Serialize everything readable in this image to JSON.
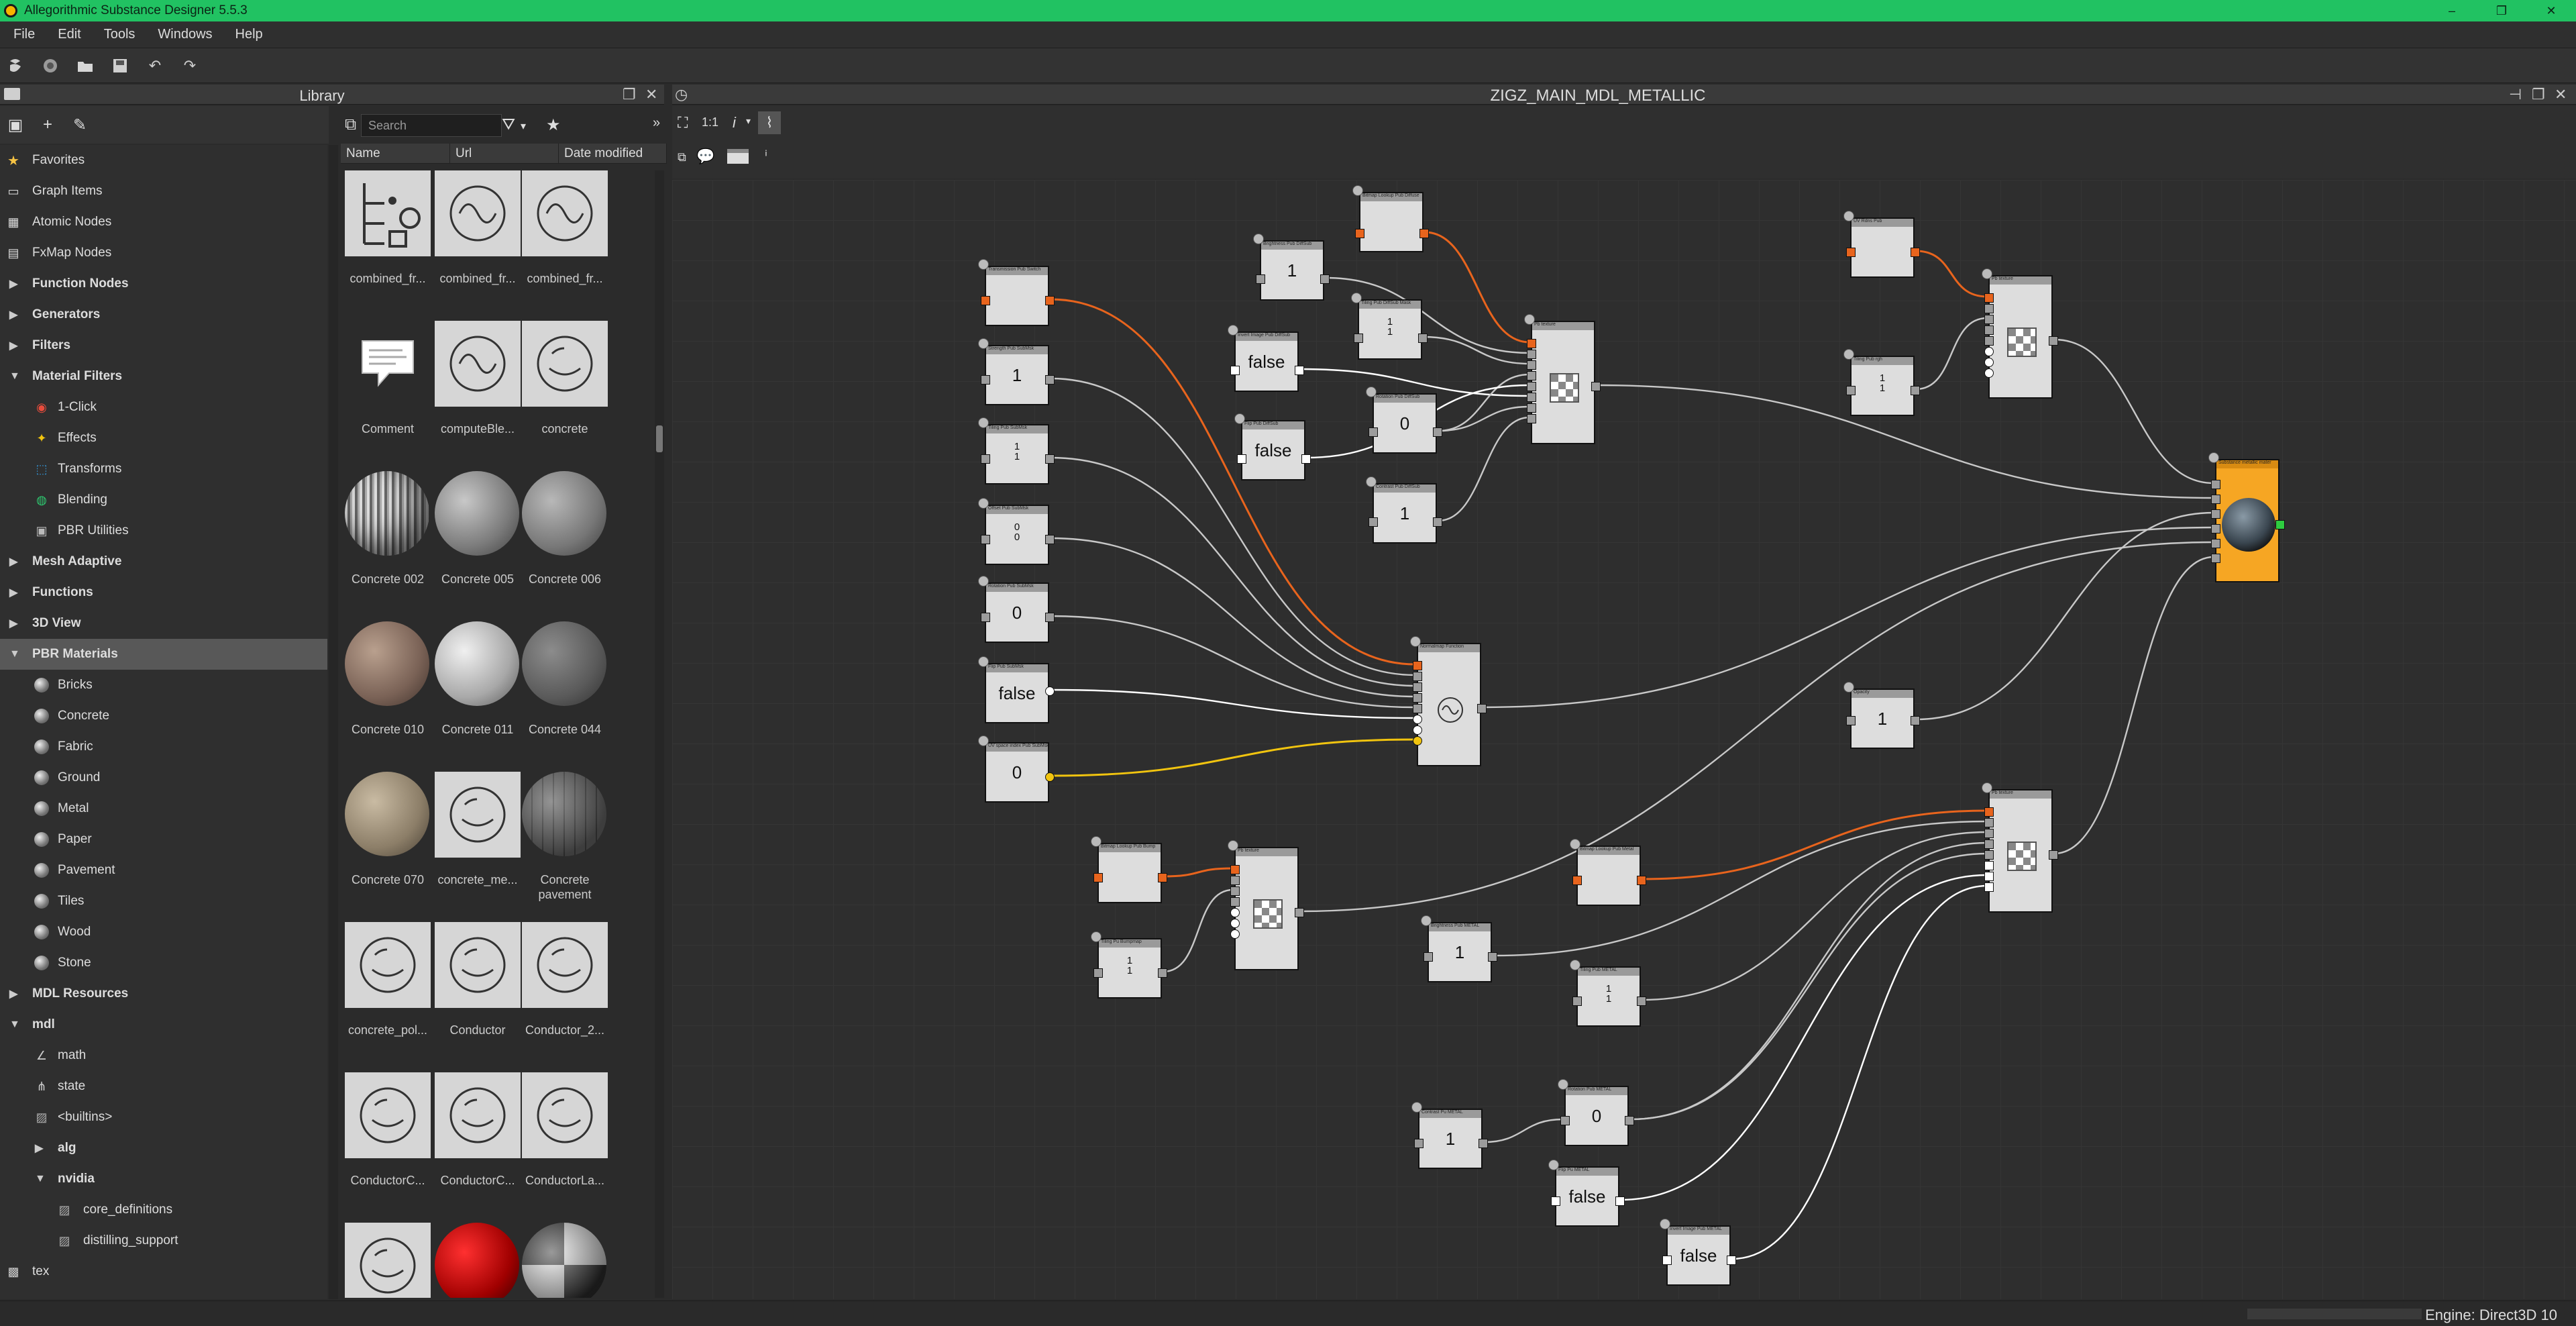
{
  "window": {
    "title": "Allegorithmic Substance Designer 5.5.3",
    "min": "–",
    "restore": "❐",
    "close": "✕"
  },
  "menu": [
    "File",
    "Edit",
    "Tools",
    "Windows",
    "Help"
  ],
  "library": {
    "title": "Library",
    "search_placeholder": "Search",
    "columns": [
      "Name",
      "Url",
      "Date modified"
    ],
    "tree": [
      {
        "label": "Favorites",
        "icon": "star-icon",
        "level": 0,
        "bold": false,
        "arrow": ""
      },
      {
        "label": "Graph Items",
        "icon": "graph-items-icon",
        "level": 0,
        "bold": false,
        "arrow": ""
      },
      {
        "label": "Atomic Nodes",
        "icon": "atomic-nodes-icon",
        "level": 0,
        "bold": false,
        "arrow": ""
      },
      {
        "label": "FxMap Nodes",
        "icon": "fxmap-icon",
        "level": 0,
        "bold": false,
        "arrow": ""
      },
      {
        "label": "Function Nodes",
        "icon": "",
        "level": 0,
        "bold": true,
        "arrow": "▶"
      },
      {
        "label": "Generators",
        "icon": "",
        "level": 0,
        "bold": true,
        "arrow": "▶"
      },
      {
        "label": "Filters",
        "icon": "",
        "level": 0,
        "bold": true,
        "arrow": "▶"
      },
      {
        "label": "Material Filters",
        "icon": "",
        "level": 0,
        "bold": true,
        "arrow": "▼"
      },
      {
        "label": "1-Click",
        "icon": "one-click-icon",
        "level": 1,
        "bold": false,
        "arrow": ""
      },
      {
        "label": "Effects",
        "icon": "effects-icon",
        "level": 1,
        "bold": false,
        "arrow": ""
      },
      {
        "label": "Transforms",
        "icon": "transforms-icon",
        "level": 1,
        "bold": false,
        "arrow": ""
      },
      {
        "label": "Blending",
        "icon": "blending-icon",
        "level": 1,
        "bold": false,
        "arrow": ""
      },
      {
        "label": "PBR Utilities",
        "icon": "pbr-utilities-icon",
        "level": 1,
        "bold": false,
        "arrow": ""
      },
      {
        "label": "Mesh Adaptive",
        "icon": "",
        "level": 0,
        "bold": true,
        "arrow": "▶"
      },
      {
        "label": "Functions",
        "icon": "",
        "level": 0,
        "bold": true,
        "arrow": "▶"
      },
      {
        "label": "3D View",
        "icon": "",
        "level": 0,
        "bold": true,
        "arrow": "▶"
      },
      {
        "label": "PBR Materials",
        "icon": "",
        "level": 0,
        "bold": true,
        "arrow": "▼",
        "selected": true
      },
      {
        "label": "Bricks",
        "icon": "material-ball-icon",
        "level": 1,
        "bold": false,
        "arrow": ""
      },
      {
        "label": "Concrete",
        "icon": "material-ball-icon",
        "level": 1,
        "bold": false,
        "arrow": ""
      },
      {
        "label": "Fabric",
        "icon": "material-ball-icon",
        "level": 1,
        "bold": false,
        "arrow": ""
      },
      {
        "label": "Ground",
        "icon": "material-ball-icon",
        "level": 1,
        "bold": false,
        "arrow": ""
      },
      {
        "label": "Metal",
        "icon": "material-ball-icon",
        "level": 1,
        "bold": false,
        "arrow": ""
      },
      {
        "label": "Paper",
        "icon": "material-ball-icon",
        "level": 1,
        "bold": false,
        "arrow": ""
      },
      {
        "label": "Pavement",
        "icon": "material-ball-icon",
        "level": 1,
        "bold": false,
        "arrow": ""
      },
      {
        "label": "Tiles",
        "icon": "material-ball-icon",
        "level": 1,
        "bold": false,
        "arrow": ""
      },
      {
        "label": "Wood",
        "icon": "material-ball-icon",
        "level": 1,
        "bold": false,
        "arrow": ""
      },
      {
        "label": "Stone",
        "icon": "material-ball-icon",
        "level": 1,
        "bold": false,
        "arrow": ""
      },
      {
        "label": "MDL Resources",
        "icon": "",
        "level": 0,
        "bold": true,
        "arrow": "▶"
      },
      {
        "label": "mdl",
        "icon": "",
        "level": 0,
        "bold": true,
        "arrow": "▼"
      },
      {
        "label": "math",
        "icon": "math-icon",
        "level": 1,
        "bold": false,
        "arrow": ""
      },
      {
        "label": "state",
        "icon": "state-icon",
        "level": 1,
        "bold": false,
        "arrow": ""
      },
      {
        "label": "<builtins>",
        "icon": "builtins-icon",
        "level": 1,
        "bold": false,
        "arrow": ""
      },
      {
        "label": "alg",
        "icon": "",
        "level": 1,
        "bold": true,
        "arrow": "▶"
      },
      {
        "label": "nvidia",
        "icon": "",
        "level": 1,
        "bold": true,
        "arrow": "▼"
      },
      {
        "label": "core_definitions",
        "icon": "module-icon",
        "level": 2,
        "bold": false,
        "arrow": ""
      },
      {
        "label": "distilling_support",
        "icon": "module-icon",
        "level": 2,
        "bold": false,
        "arrow": ""
      },
      {
        "label": "tex",
        "icon": "tex-icon",
        "level": 0,
        "bold": false,
        "arrow": ""
      }
    ],
    "thumbnails": [
      {
        "label": "combined_fr...",
        "kind": "func-tree"
      },
      {
        "label": "combined_fr...",
        "kind": "sine"
      },
      {
        "label": "combined_fr...",
        "kind": "sine"
      },
      {
        "label": "Comment",
        "kind": "comment"
      },
      {
        "label": "computeBle...",
        "kind": "sine"
      },
      {
        "label": "concrete",
        "kind": "mdl-ball"
      },
      {
        "label": "Concrete 002",
        "kind": "striped"
      },
      {
        "label": "Concrete 005",
        "kind": "grey1"
      },
      {
        "label": "Concrete 006",
        "kind": "grey2"
      },
      {
        "label": "Concrete 010",
        "kind": "brown"
      },
      {
        "label": "Concrete 011",
        "kind": "light"
      },
      {
        "label": "Concrete 044",
        "kind": "dark"
      },
      {
        "label": "Concrete 070",
        "kind": "tan"
      },
      {
        "label": "concrete_me...",
        "kind": "mdl-ball"
      },
      {
        "label": "Concrete pavement",
        "kind": "pavement"
      },
      {
        "label": "concrete_pol...",
        "kind": "mdl-ball"
      },
      {
        "label": "Conductor",
        "kind": "mdl-ball"
      },
      {
        "label": "Conductor_2...",
        "kind": "mdl-ball"
      },
      {
        "label": "ConductorC...",
        "kind": "mdl-ball"
      },
      {
        "label": "ConductorC...",
        "kind": "mdl-ball"
      },
      {
        "label": "ConductorLa...",
        "kind": "mdl-ball"
      },
      {
        "label": "",
        "kind": "mdl-ball"
      },
      {
        "label": "",
        "kind": "red"
      },
      {
        "label": "",
        "kind": "checker-ball"
      }
    ]
  },
  "graph": {
    "title": "ZIGZ_MAIN_MDL_METALLIC",
    "zoom": "1:1",
    "info": "i",
    "nodes": [
      {
        "id": "n_trans_in",
        "header": "Transmission Pub Switch",
        "value": "",
        "x": 0,
        "kind": "blank"
      },
      {
        "id": "n_strength",
        "header": "Strength Pub SubMsk",
        "value": "1",
        "kind": "value"
      },
      {
        "id": "n_tiling",
        "header": "Tiling Pub SubMsk",
        "value": "1\n1",
        "kind": "frac"
      },
      {
        "id": "n_offset",
        "header": "Offset Pub SubMsk",
        "value": "0\n0",
        "kind": "frac"
      },
      {
        "id": "n_rotation",
        "header": "Rotation Pub SubMsk",
        "value": "0",
        "kind": "value"
      },
      {
        "id": "n_flip",
        "header": "Flip Pub SubMsk",
        "value": "false",
        "kind": "value"
      },
      {
        "id": "n_uv",
        "header": "UV space index Pub SubMsk",
        "value": "0",
        "kind": "value"
      },
      {
        "id": "n_brightness_top",
        "header": "Brightness Pub DiffSub",
        "value": "1",
        "kind": "value"
      },
      {
        "id": "n_difftex",
        "header": "Bitmap Lookup Pub Diffuse",
        "value": "",
        "kind": "blank"
      },
      {
        "id": "n_invert",
        "header": "Invert Image Pub DiffSub",
        "value": "false",
        "kind": "value"
      },
      {
        "id": "n_tiling_top",
        "header": "Tiling Pub DiffSub Mask",
        "value": "1\n1",
        "kind": "frac"
      },
      {
        "id": "n_flip_top",
        "header": "Flip Pub DiffSub",
        "value": "false",
        "kind": "value"
      },
      {
        "id": "n_rotation_top",
        "header": "Rotation Pub DiffSub",
        "value": "0",
        "kind": "value"
      },
      {
        "id": "n_contrast_top",
        "header": "Contrast Pub DiffSub",
        "value": "1",
        "kind": "value"
      },
      {
        "id": "n_texture_top",
        "header": "Pb texture",
        "value": "",
        "kind": "texture"
      },
      {
        "id": "n_function",
        "header": "Normalmap Function",
        "value": "",
        "kind": "function"
      },
      {
        "id": "n_uv_roughness",
        "header": "UV Rdns Pub",
        "value": "",
        "kind": "blank"
      },
      {
        "id": "n_tiling_rough",
        "header": "Tiling Pub rgh",
        "value": "1\n1",
        "kind": "frac"
      },
      {
        "id": "n_texture_rough",
        "header": "Pb texture",
        "value": "",
        "kind": "texture"
      },
      {
        "id": "n_material",
        "header": "Substance metallic mater",
        "value": "",
        "kind": "material"
      },
      {
        "id": "n_opacity",
        "header": "Opacity",
        "value": "1",
        "kind": "value"
      },
      {
        "id": "n_bitmap_low",
        "header": "Bitmap Lookup Pub Bump",
        "value": "",
        "kind": "blank"
      },
      {
        "id": "n_tiling_low",
        "header": "Tiling Pu Bumpmap",
        "value": "1\n1",
        "kind": "frac"
      },
      {
        "id": "n_texture_low",
        "header": "Pb texture",
        "value": "",
        "kind": "texture"
      },
      {
        "id": "n_bitmap_metal",
        "header": "Bitmap Lookup Pub Metal",
        "value": "",
        "kind": "blank"
      },
      {
        "id": "n_brightness_metal",
        "header": "Brightness Pub METAL",
        "value": "1",
        "kind": "value"
      },
      {
        "id": "n_tiling_metal",
        "header": "Tiling Pub METAL",
        "value": "1\n1",
        "kind": "frac"
      },
      {
        "id": "n_rotation_metal",
        "header": "Rotation Pub METAL",
        "value": "0",
        "kind": "value"
      },
      {
        "id": "n_contrast_metal",
        "header": "Contrast Pu METAL",
        "value": "1",
        "kind": "value"
      },
      {
        "id": "n_flip_metal",
        "header": "Flip Pu METAL",
        "value": "false",
        "kind": "value"
      },
      {
        "id": "n_invert_metal",
        "header": "Invert Image Pub METAL",
        "value": "false",
        "kind": "value"
      },
      {
        "id": "n_texture_metal",
        "header": "Pb texture",
        "value": "",
        "kind": "texture"
      }
    ]
  },
  "status": {
    "engine": "Engine: Direct3D 10"
  },
  "colors": {
    "accent": "#21c262",
    "link_orange": "#e8641d",
    "link_yellow": "#f1c40f",
    "material_orange": "#f6a623"
  }
}
